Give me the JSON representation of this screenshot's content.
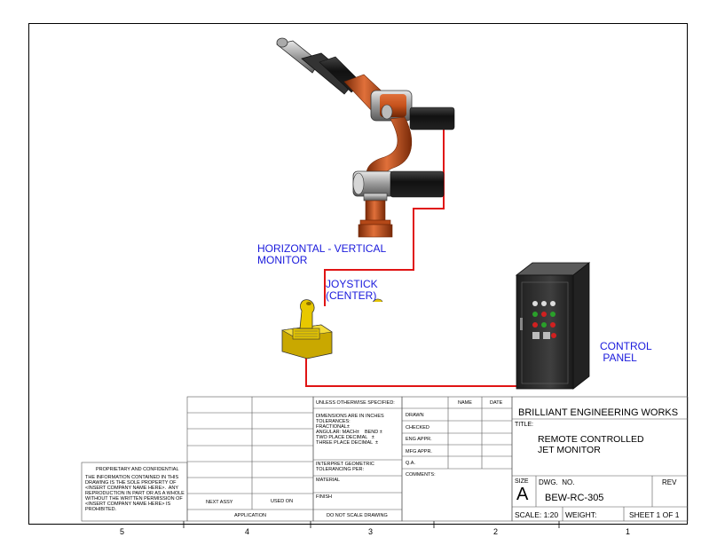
{
  "zones": [
    "5",
    "4",
    "3",
    "2",
    "1"
  ],
  "labels": {
    "monitor": "HORIZONTAL - VERTICAL\nMONITOR",
    "joystick": "JOYSTICK\n(CENTER)",
    "panel": "CONTROL\n PANEL"
  },
  "tolerance": {
    "unless": "UNLESS OTHERWISE SPECIFIED:",
    "dims": "DIMENSIONS ARE IN INCHES\nTOLERANCES:\nFRACTIONAL±\nANGULAR: MACH±    BEND ±\nTWO PLACE DECIMAL   ±\nTHREE PLACE DECIMAL  ±",
    "interpret": "INTERPRET GEOMETRIC\nTOLERANCING PER:",
    "material": "MATERIAL",
    "finish": "FINISH",
    "no_scale": "DO NOT SCALE DRAWING"
  },
  "sign_block": {
    "name": "NAME",
    "date": "DATE",
    "drawn": "DRAWN",
    "checked": "CHECKED",
    "eng_appr": "ENG APPR.",
    "mfg_appr": "MFG APPR.",
    "qa": "Q.A.",
    "comments": "COMMENTS:"
  },
  "proprietary": {
    "heading": "PROPRIETARY AND CONFIDENTIAL",
    "body": "THE INFORMATION CONTAINED IN THIS\nDRAWING IS THE SOLE PROPERTY OF\n<INSERT COMPANY NAME HERE>.  ANY\nREPRODUCTION IN PART OR AS A WHOLE\nWITHOUT THE WRITTEN PERMISSION OF\n<INSERT COMPANY NAME HERE> IS\nPROHIBITED."
  },
  "application": {
    "next_assy": "NEXT ASSY",
    "used_on": "USED ON",
    "application": "APPLICATION"
  },
  "title_block": {
    "company": "BRILLIANT ENGINEERING WORKS",
    "title_label": "TITLE:",
    "title": "REMOTE CONTROLLED\nJET MONITOR",
    "size_label": "SIZE",
    "size": "A",
    "dwg_no_label": "DWG.  NO.",
    "dwg_no": "BEW-RC-305",
    "rev_label": "REV",
    "scale": "SCALE: 1:20",
    "weight": "WEIGHT:",
    "sheet": "SHEET 1 OF 1"
  },
  "colors": {
    "pipe": "#c6521c",
    "wire": "#e01414",
    "label": "#1a1adc",
    "joystick": "#e3c400",
    "panel": "#3a3a3a"
  }
}
